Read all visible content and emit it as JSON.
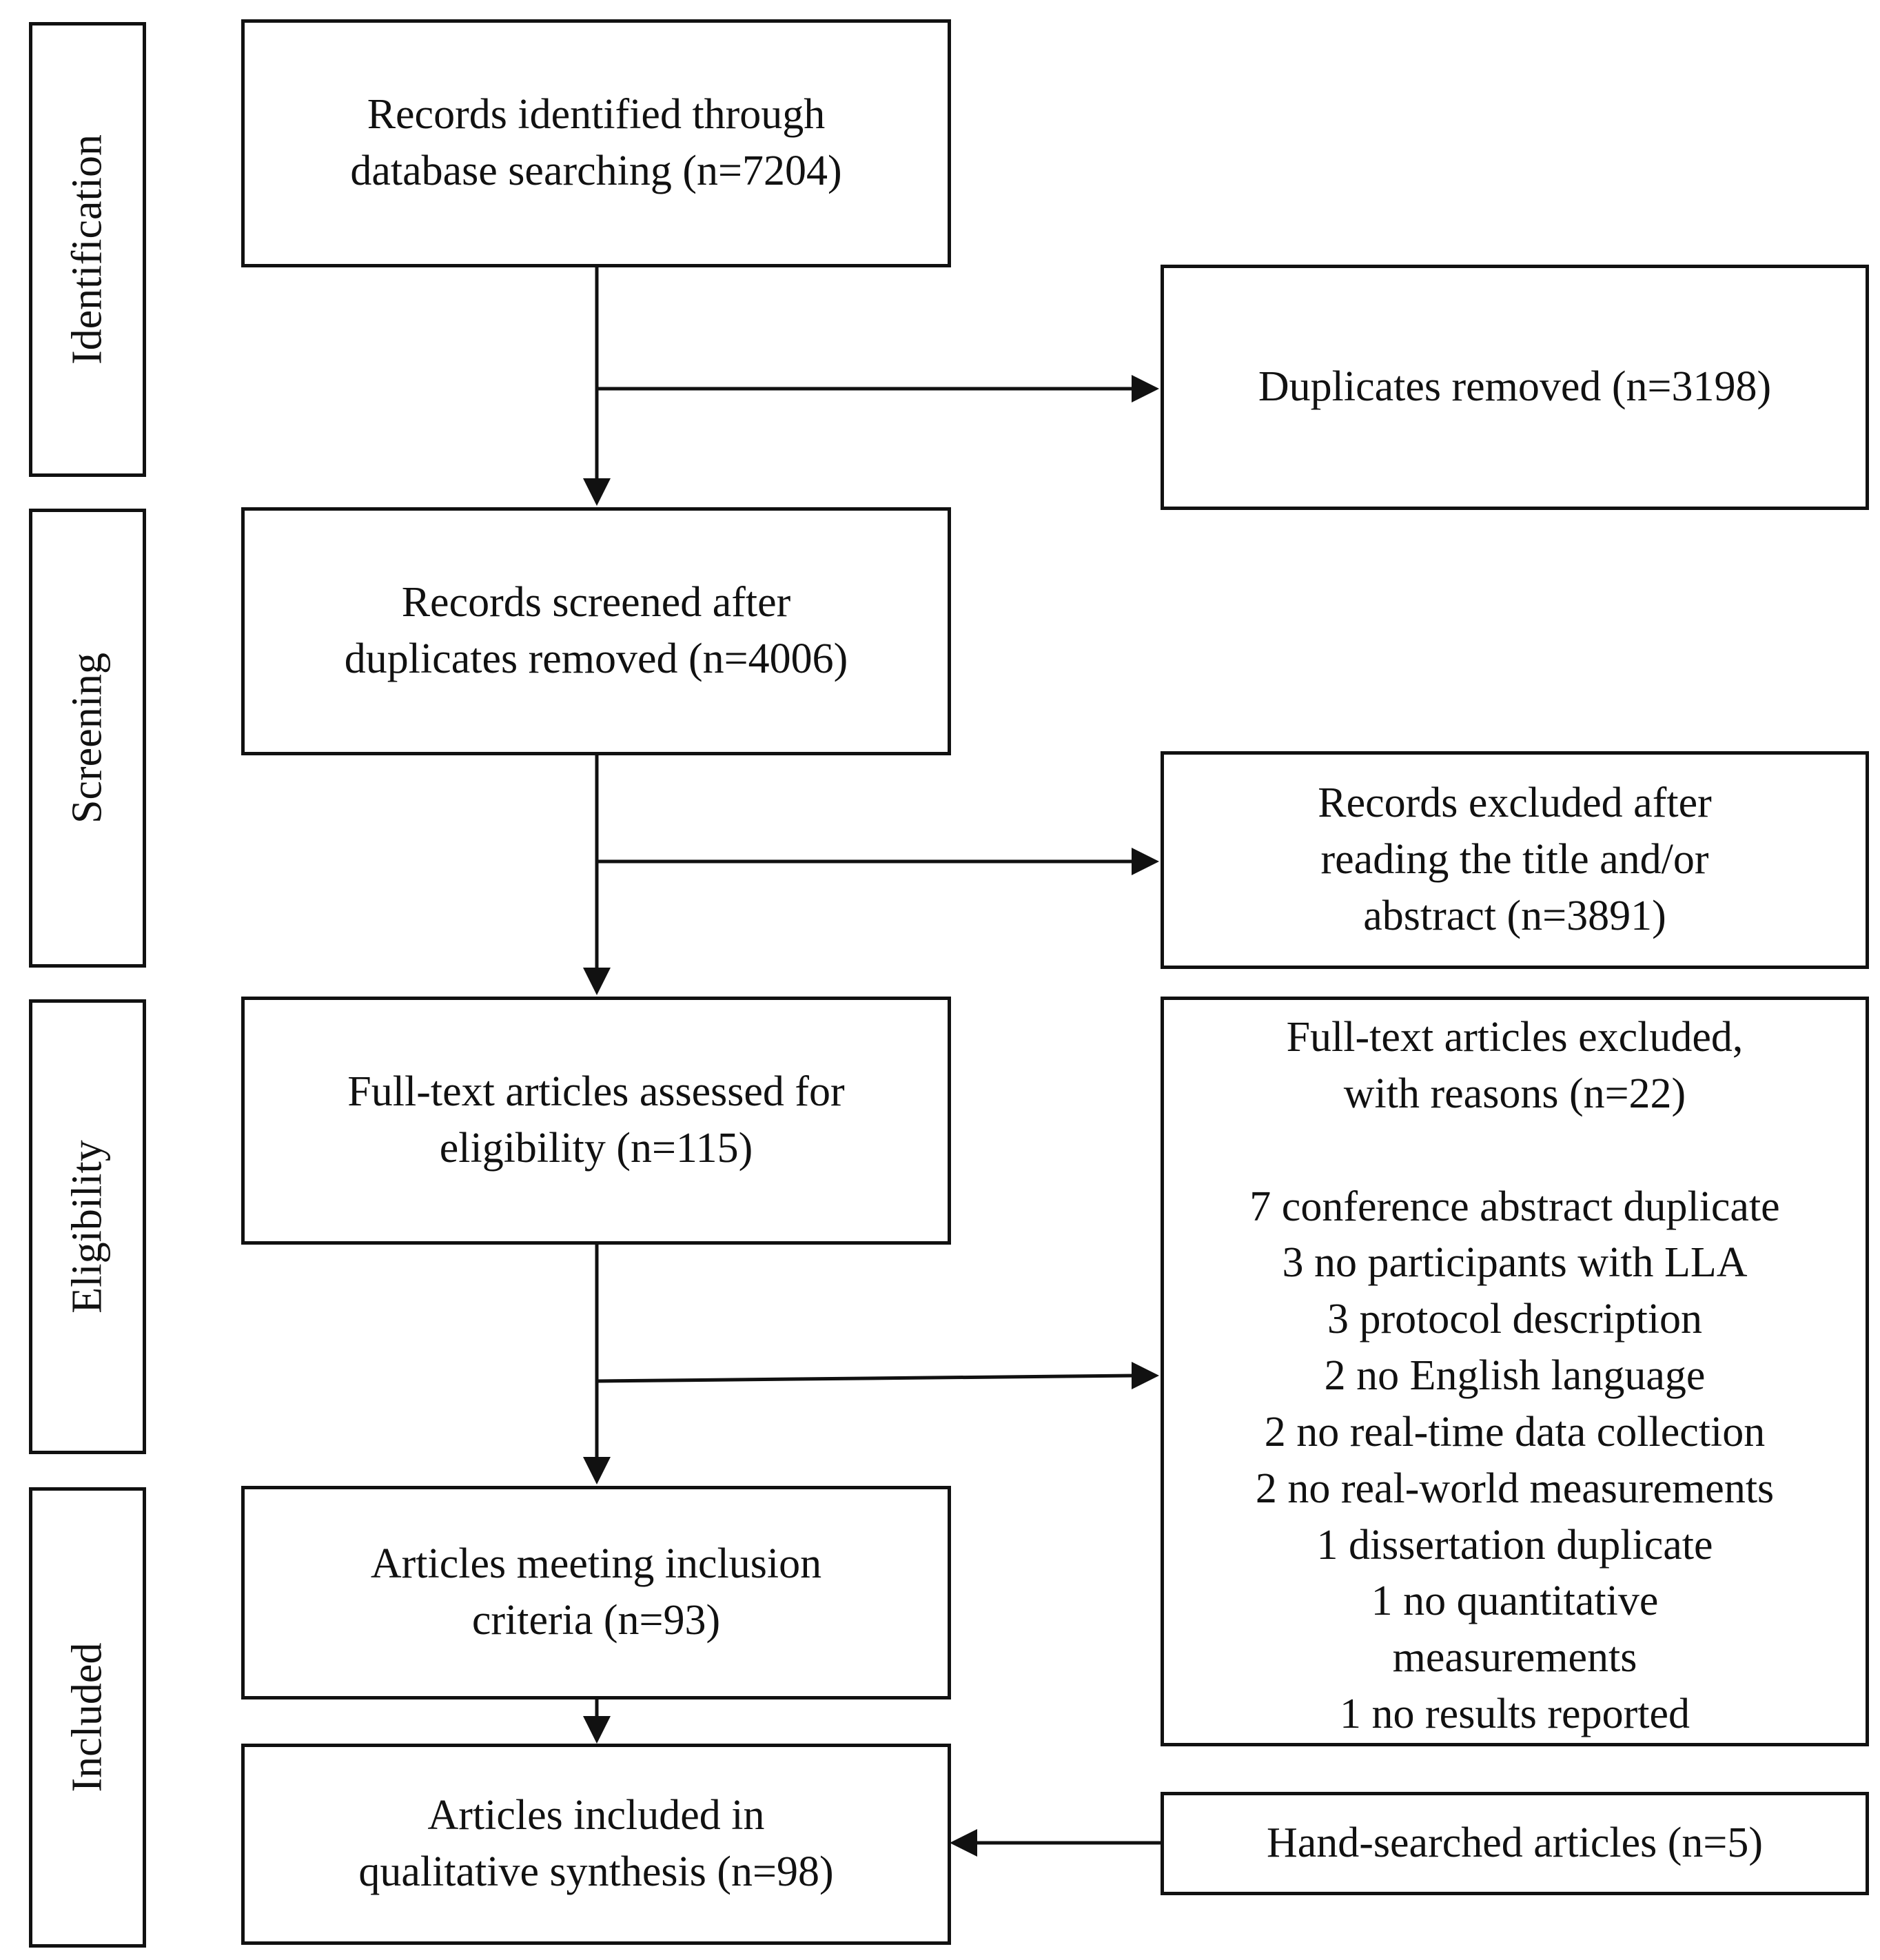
{
  "stages": {
    "identification": "Identification",
    "screening": "Screening",
    "eligibility": "Eligibility",
    "included": "Included"
  },
  "boxes": {
    "identified": [
      "Records identified through",
      "database searching (n=7204)"
    ],
    "duplicates": [
      "Duplicates removed (n=3198)"
    ],
    "screened": [
      "Records screened after",
      "duplicates removed (n=4006)"
    ],
    "excluded_title": [
      "Records excluded after",
      "reading the title and/or",
      "abstract (n=3891)"
    ],
    "fulltext": [
      "Full-text articles assessed for",
      "eligibility (n=115)"
    ],
    "fulltext_excluded_header": [
      "Full-text articles excluded,",
      "with reasons (n=22)"
    ],
    "fulltext_excluded_reasons": [
      "7 conference abstract duplicate",
      "3 no participants with LLA",
      "3 protocol description",
      "2 no English language",
      "2 no real-time data collection",
      "2 no real-world measurements",
      "1 dissertation duplicate",
      "1 no quantitative",
      "measurements",
      "1 no results reported"
    ],
    "meeting": [
      "Articles meeting inclusion",
      "criteria (n=93)"
    ],
    "included": [
      "Articles included in",
      "qualitative synthesis (n=98)"
    ],
    "hand_searched": [
      "Hand-searched articles (n=5)"
    ]
  }
}
